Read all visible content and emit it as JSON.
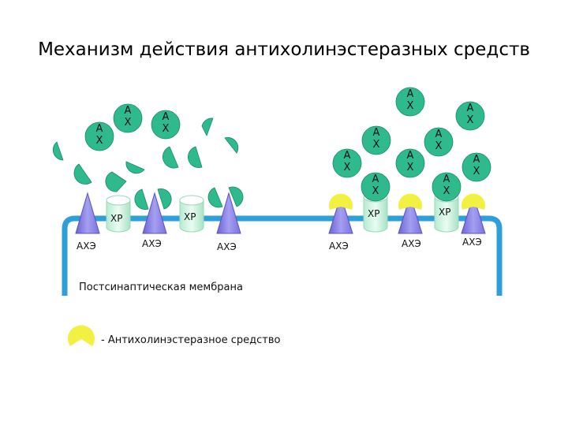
{
  "title": "Механизм действия антихолинэстеразных средств",
  "membrane_label": "Постсинаптическая мембрана",
  "legend_text": "- Антихолинэстеразное средство",
  "labels": {
    "ache": "АХЭ",
    "receptor": "ХР",
    "ach_line1": "А",
    "ach_line2": "Х"
  },
  "colors": {
    "membrane": "#2e9fd8",
    "ach_fill": "#2fba8e",
    "ach_stroke": "#1c8a66",
    "receptor_fill": "#c9f1dc",
    "ache_fill": "#8f87e6",
    "inhibitor_fill": "#f2f040"
  }
}
